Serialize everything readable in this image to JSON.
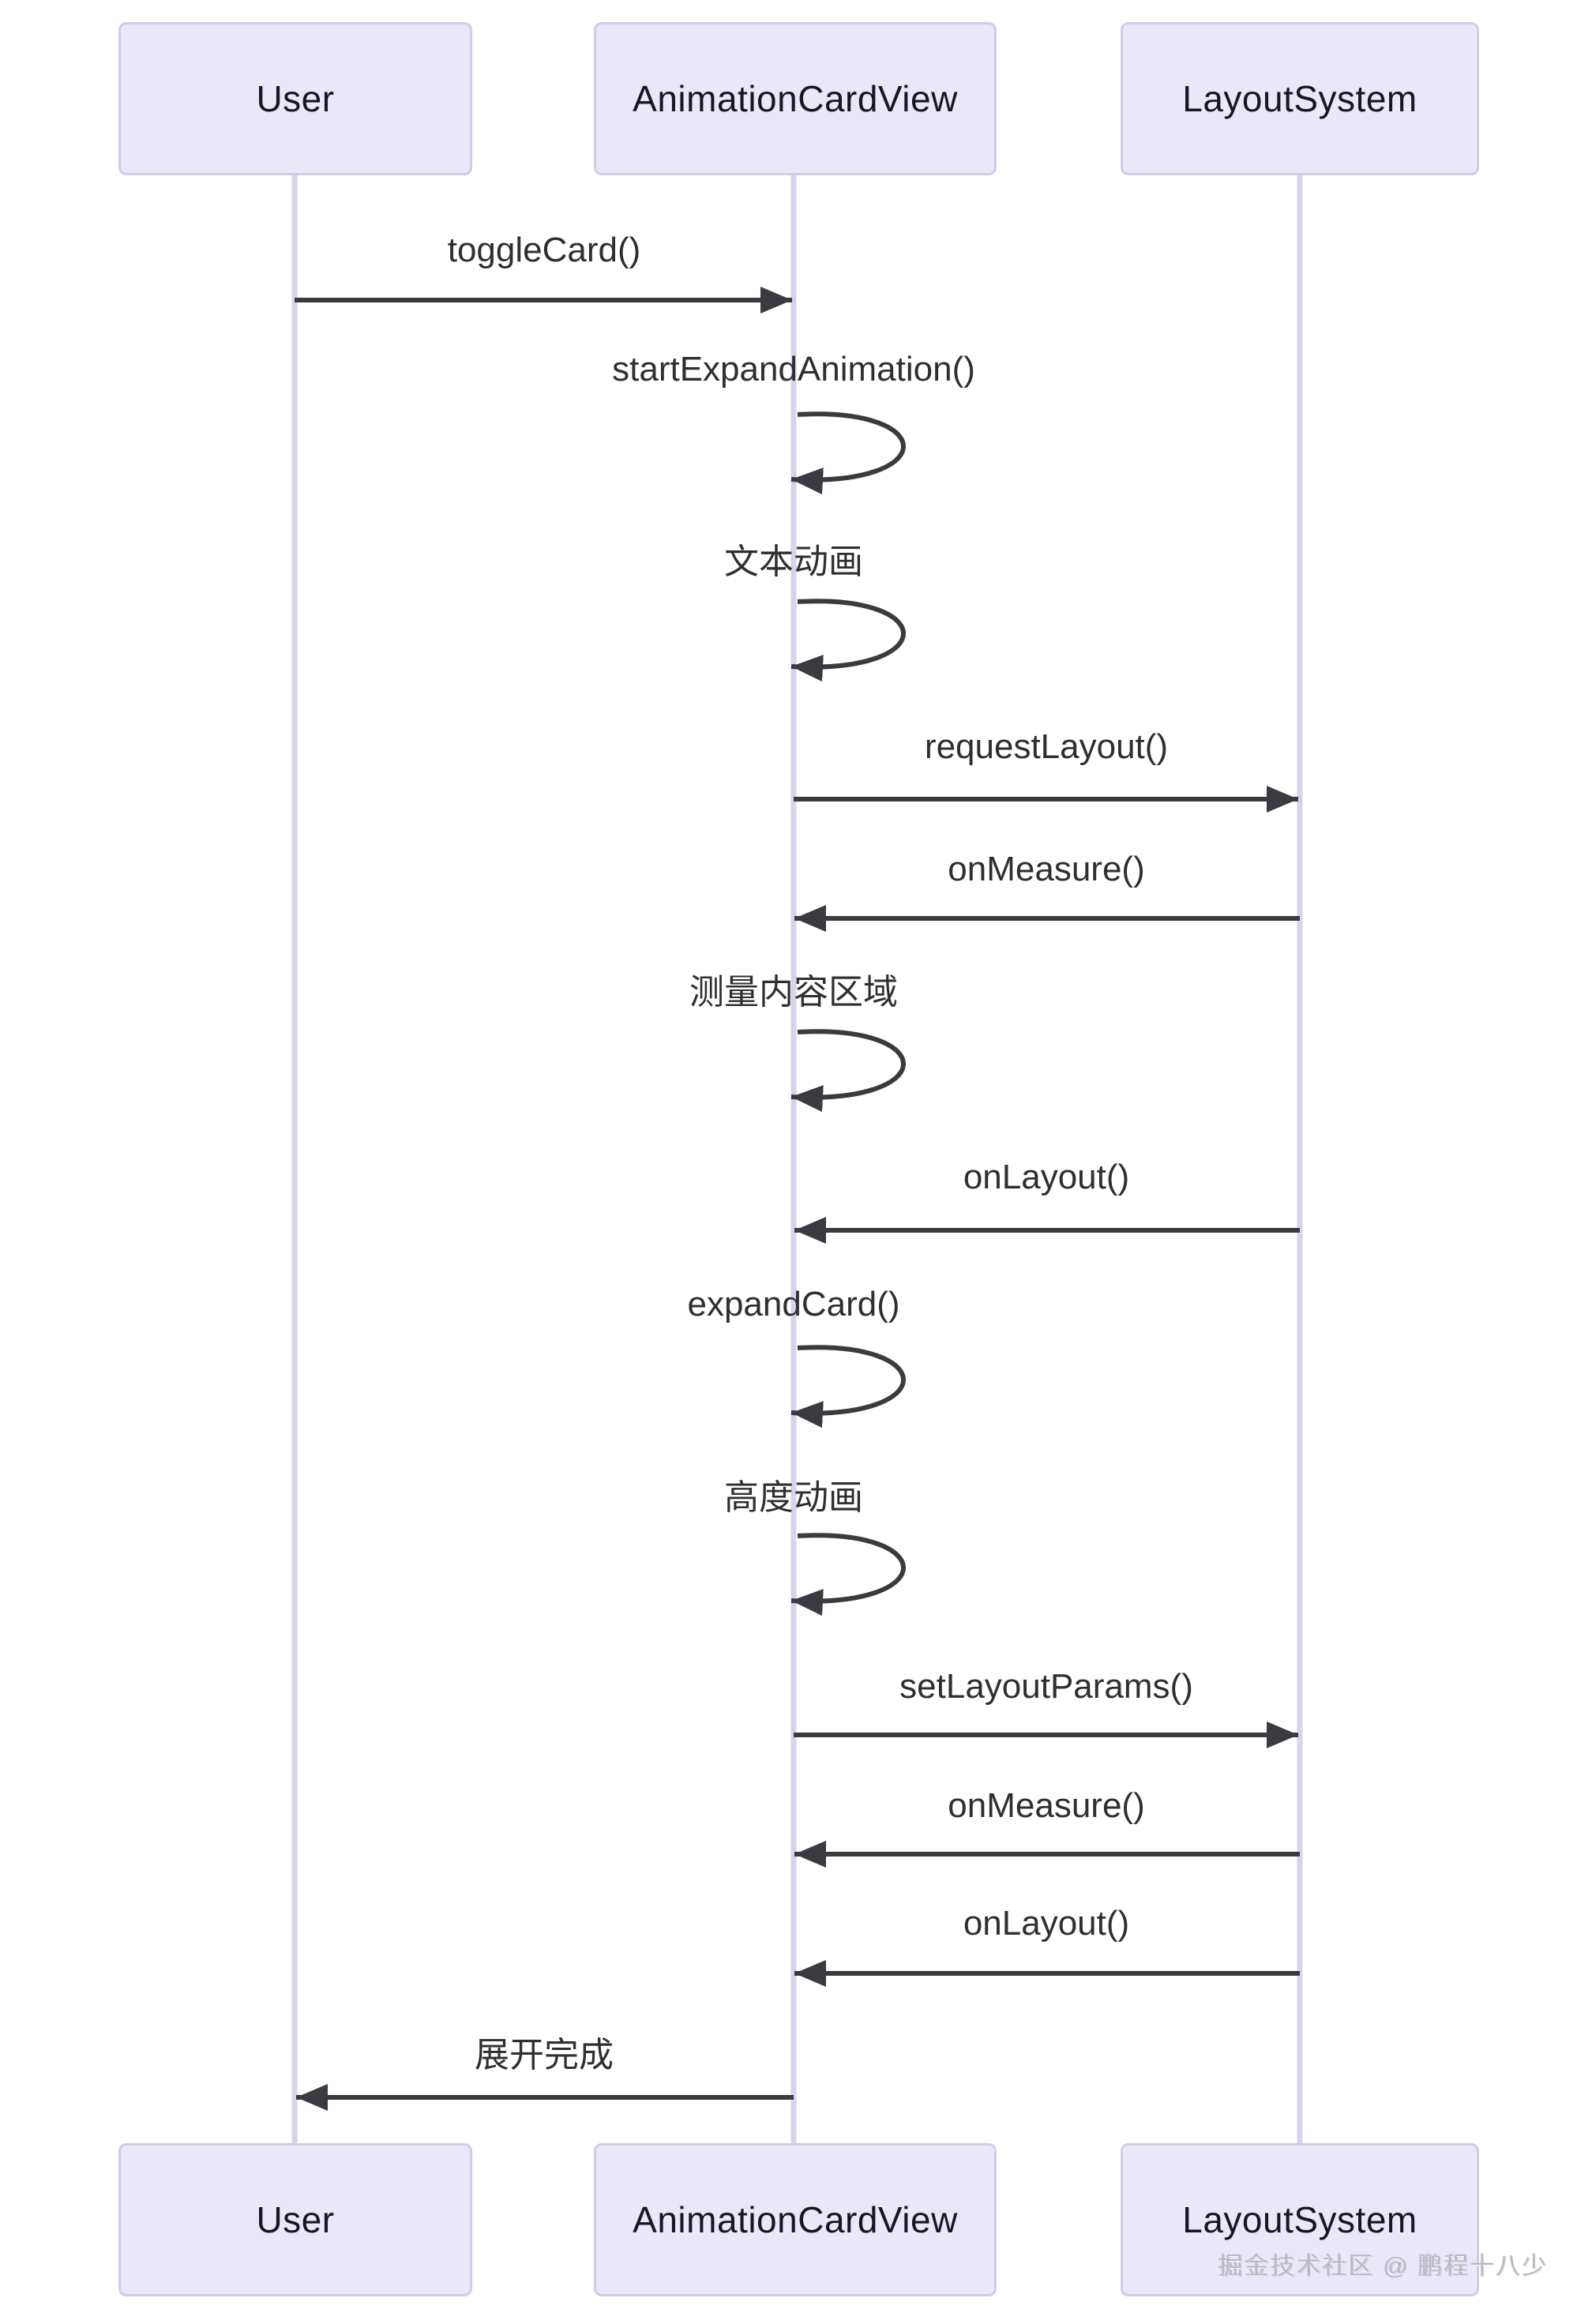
{
  "diagram_type": "sequence-diagram",
  "actors": [
    {
      "label": "User"
    },
    {
      "label": "AnimationCardView"
    },
    {
      "label": "LayoutSystem"
    }
  ],
  "messages": [
    {
      "label": "toggleCard()",
      "from": "User",
      "to": "AnimationCardView",
      "kind": "solid-arrow"
    },
    {
      "label": "startExpandAnimation()",
      "from": "AnimationCardView",
      "to": "AnimationCardView",
      "kind": "self-loop"
    },
    {
      "label": "文本动画",
      "from": "AnimationCardView",
      "to": "AnimationCardView",
      "kind": "self-loop"
    },
    {
      "label": "requestLayout()",
      "from": "AnimationCardView",
      "to": "LayoutSystem",
      "kind": "solid-arrow"
    },
    {
      "label": "onMeasure()",
      "from": "LayoutSystem",
      "to": "AnimationCardView",
      "kind": "solid-arrow"
    },
    {
      "label": "测量内容区域",
      "from": "AnimationCardView",
      "to": "AnimationCardView",
      "kind": "self-loop"
    },
    {
      "label": "onLayout()",
      "from": "LayoutSystem",
      "to": "AnimationCardView",
      "kind": "solid-arrow"
    },
    {
      "label": "expandCard()",
      "from": "AnimationCardView",
      "to": "AnimationCardView",
      "kind": "self-loop"
    },
    {
      "label": "高度动画",
      "from": "AnimationCardView",
      "to": "AnimationCardView",
      "kind": "self-loop"
    },
    {
      "label": "setLayoutParams()",
      "from": "AnimationCardView",
      "to": "LayoutSystem",
      "kind": "solid-arrow"
    },
    {
      "label": "onMeasure()",
      "from": "LayoutSystem",
      "to": "AnimationCardView",
      "kind": "solid-arrow"
    },
    {
      "label": "onLayout()",
      "from": "LayoutSystem",
      "to": "AnimationCardView",
      "kind": "solid-arrow"
    },
    {
      "label": "展开完成",
      "from": "AnimationCardView",
      "to": "User",
      "kind": "solid-arrow"
    }
  ],
  "watermark": {
    "text": "掘金技术社区 @ 鹏程十八少"
  },
  "colors": {
    "background": "#ffffff",
    "actor_fill": "#eae8f8",
    "actor_border": "#cfcbea",
    "lifeline": "#d7d3ee",
    "arrow": "#3a3a40",
    "message_text": "#2f2f33",
    "actor_text": "#17171f",
    "watermark_text": "#b9b7c2"
  }
}
